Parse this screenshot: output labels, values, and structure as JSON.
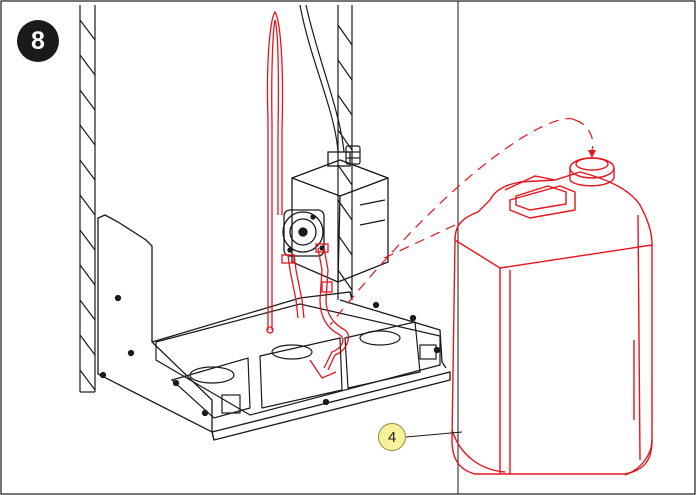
{
  "step": {
    "number": "8"
  },
  "callouts": [
    {
      "label": "4"
    }
  ],
  "colors": {
    "outline": "#1a1a1a",
    "highlight": "#e8141c",
    "callout_fill": "#f6f19a",
    "background": "#ffffff"
  },
  "icons": [
    "step-number-badge",
    "peristaltic-pump",
    "canister",
    "suction-tube",
    "drip-tray",
    "mounting-frame"
  ]
}
